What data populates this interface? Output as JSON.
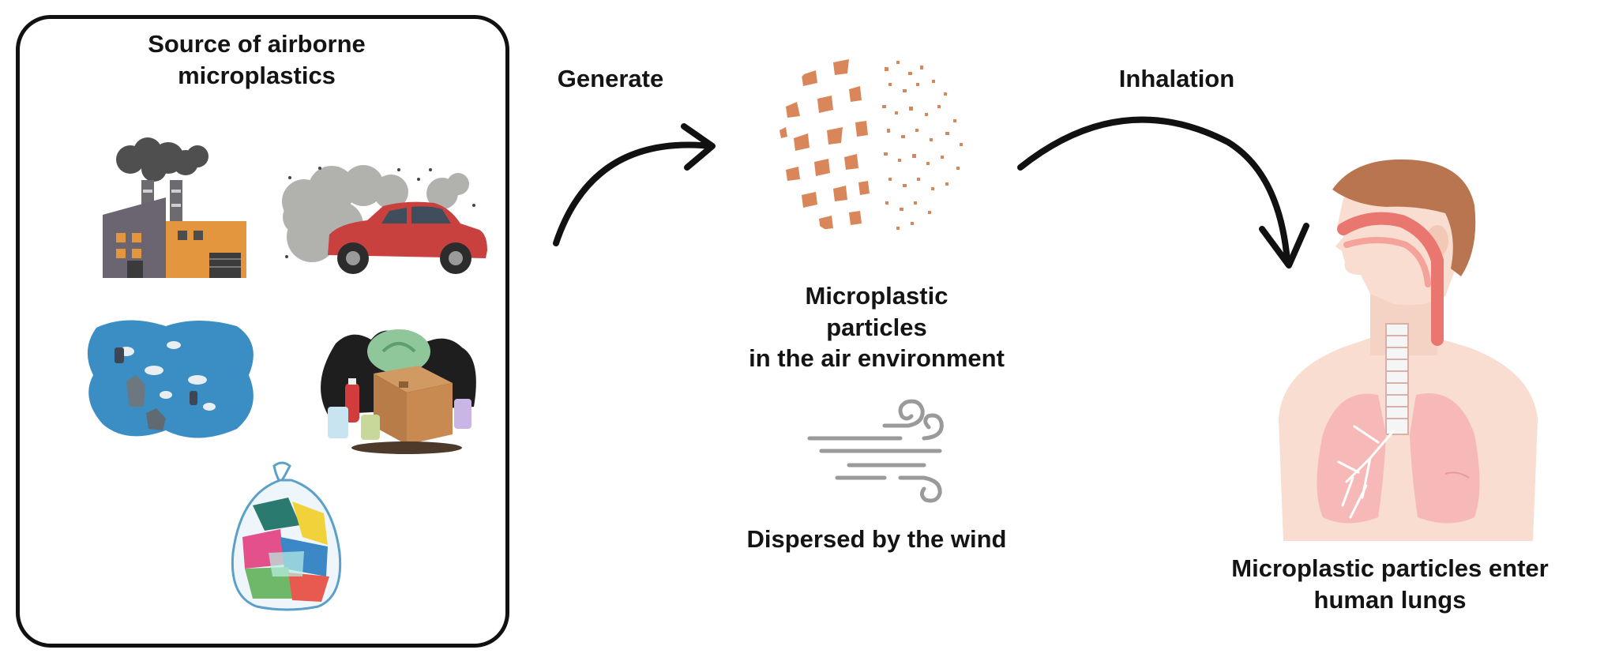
{
  "source_box": {
    "title_line1": "Source of airborne",
    "title_line2": "microplastics",
    "icons": [
      "factory-icon",
      "car-exhaust-icon",
      "polluted-water-icon",
      "garbage-pile-icon",
      "plastic-bag-icon"
    ]
  },
  "arrows": {
    "generate_label": "Generate",
    "inhalation_label": "Inhalation"
  },
  "particles": {
    "line1": "Microplastic",
    "line2": "particles",
    "line3": "in the air environment",
    "wind_label": "Dispersed by the wind",
    "colors": {
      "particle": "#d9875a",
      "wind": "#9a9a9a"
    }
  },
  "human": {
    "label_line1": "Microplastic particles enter",
    "label_line2": "human lungs",
    "colors": {
      "skin": "#f8ddd0",
      "hair": "#b87550",
      "lung": "#f7b9b7",
      "airway": "#e9766f"
    }
  }
}
